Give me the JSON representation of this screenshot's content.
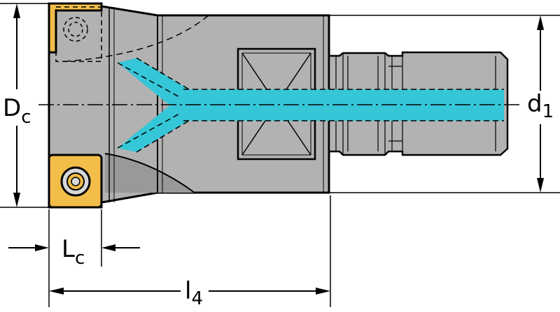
{
  "labels": {
    "dc_main": "D",
    "dc_sub": "c",
    "d1_main": "d",
    "d1_sub": "1",
    "lc_main": "L",
    "lc_sub": "c",
    "l4_main": "l",
    "l4_sub": "4"
  },
  "colors": {
    "body": "#b2b2b2",
    "body_dark": "#8e8e8e",
    "coolant": "#35c6d8",
    "insert": "#f2bd49",
    "outline": "#000000"
  }
}
